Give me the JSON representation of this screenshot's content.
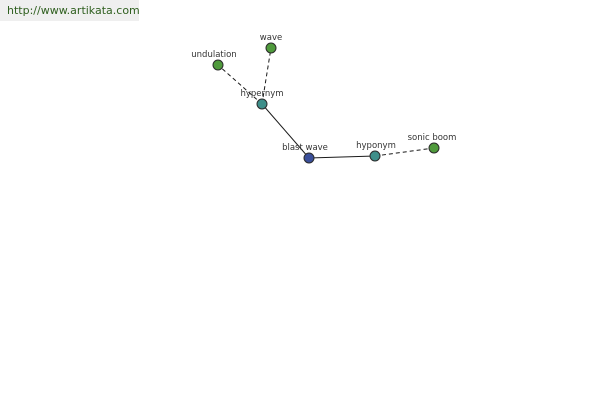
{
  "site": {
    "url": "http://www.artikata.com"
  },
  "graph": {
    "nodes": [
      {
        "id": "blast-wave",
        "label": "blast wave",
        "role": "center",
        "color": "#3a4f9a"
      },
      {
        "id": "hypernym",
        "label": "hypernym",
        "role": "relation",
        "color": "#3e8f8a"
      },
      {
        "id": "hyponym",
        "label": "hyponym",
        "role": "relation",
        "color": "#3e8f8a"
      },
      {
        "id": "undulation",
        "label": "undulation",
        "role": "term",
        "color": "#4f9a3c"
      },
      {
        "id": "wave",
        "label": "wave",
        "role": "term",
        "color": "#4f9a3c"
      },
      {
        "id": "sonic-boom",
        "label": "sonic boom",
        "role": "term",
        "color": "#4f9a3c"
      }
    ],
    "edges": [
      {
        "from": "blast-wave",
        "to": "hypernym",
        "style": "solid"
      },
      {
        "from": "blast-wave",
        "to": "hyponym",
        "style": "solid"
      },
      {
        "from": "hypernym",
        "to": "undulation",
        "style": "dashed"
      },
      {
        "from": "hypernym",
        "to": "wave",
        "style": "dashed"
      },
      {
        "from": "hyponym",
        "to": "sonic-boom",
        "style": "dashed"
      }
    ]
  }
}
